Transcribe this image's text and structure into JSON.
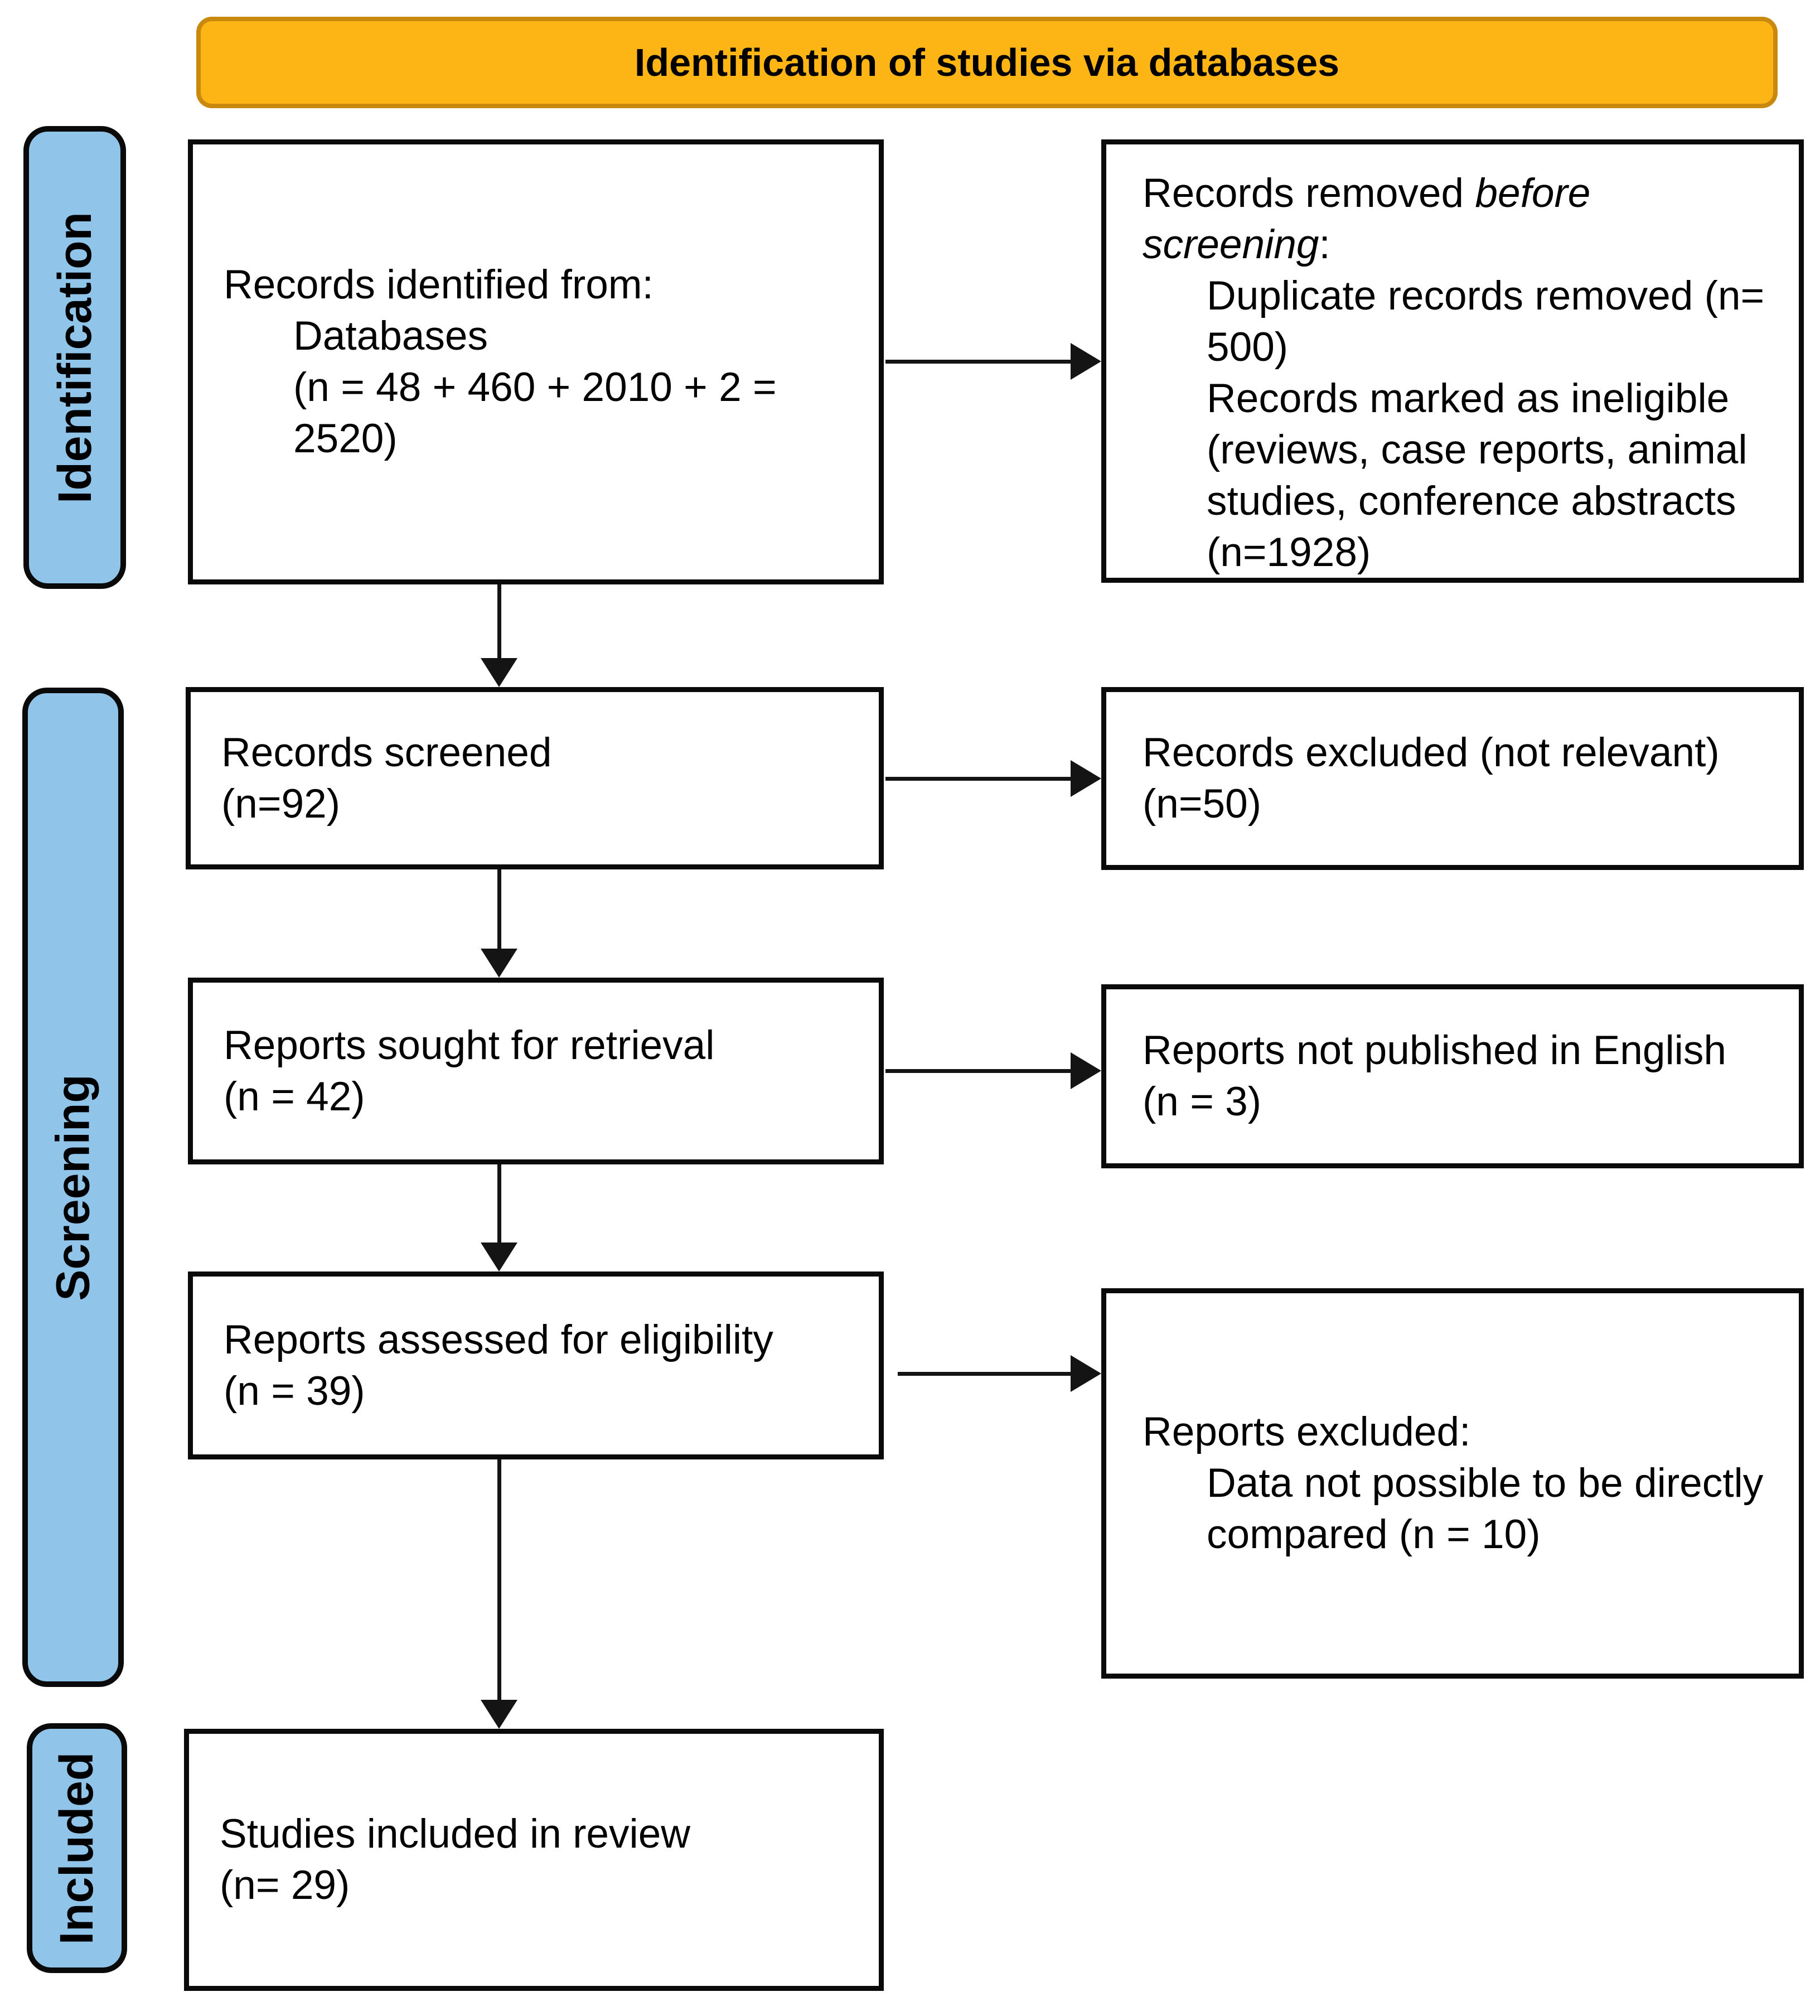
{
  "title_banner": {
    "label": "Identification of studies via databases"
  },
  "stage_labels": {
    "identification": "Identification",
    "screening": "Screening",
    "included": "Included"
  },
  "boxes": {
    "records_identified": {
      "line1": "Records identified from:",
      "line2": "Databases",
      "line3": "(n = 48 + 460 + 2010 + 2 =",
      "line4": "2520)"
    },
    "records_removed": {
      "line1_normal": "Records removed ",
      "line1_italic": "before",
      "line2_italic": "screening",
      "line2_normal": ":",
      "item1": "Duplicate records removed (n= 500)",
      "item2": "Records marked as ineligible (reviews, case reports, animal studies, conference abstracts (n=1928)"
    },
    "records_screened": {
      "line1": "Records screened",
      "line2": "(n=92)"
    },
    "records_excluded_not_relevant": {
      "line1": "Records excluded (not relevant)",
      "line2": "(n=50)"
    },
    "reports_sought": {
      "line1": "Reports sought for retrieval",
      "line2": "(n = 42)"
    },
    "reports_not_english": {
      "line1": "Reports not published in English",
      "line2": "(n = 3)"
    },
    "reports_assessed": {
      "line1": "Reports assessed for eligibility",
      "line2": "(n = 39)"
    },
    "reports_excluded": {
      "line1": "Reports excluded:",
      "item1": "Data not possible to be directly compared (n = 10)"
    },
    "studies_included": {
      "line1": "Studies included in review",
      "line2": "(n= 29)"
    }
  },
  "colors": {
    "banner_fill": "#FCB514",
    "banner_border": "#C9880E",
    "stage_fill": "#90C4E9",
    "box_border": "#0A0A0A",
    "arrow": "#141414",
    "text": "#000000"
  }
}
